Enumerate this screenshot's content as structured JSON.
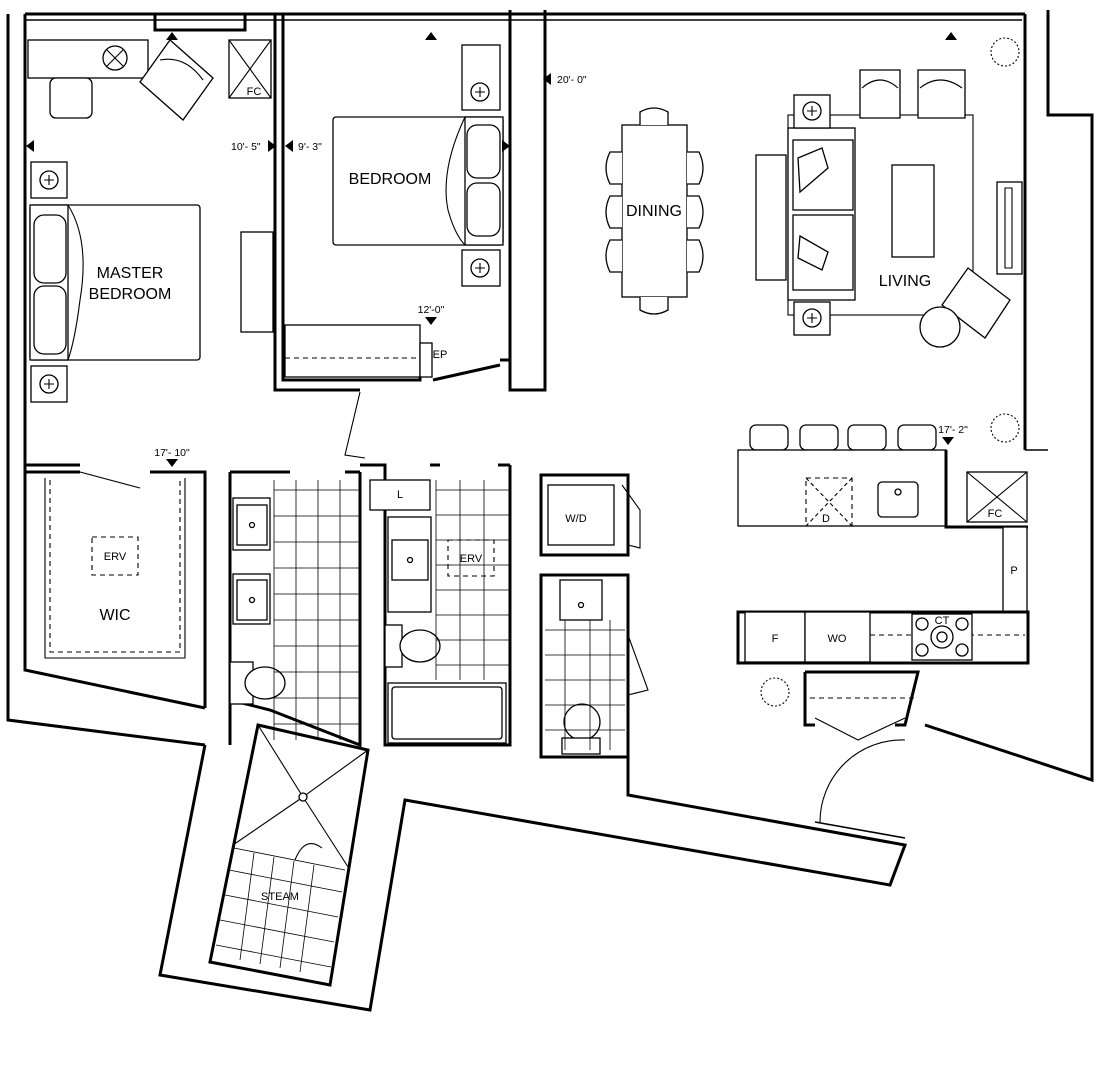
{
  "rooms": {
    "master_line1": "MASTER",
    "master_line2": "BEDROOM",
    "bedroom": "BEDROOM",
    "dining": "DINING",
    "living": "LIVING",
    "wic": "WIC",
    "steam": "STEAM"
  },
  "fixtures": {
    "fc": "FC",
    "ep": "EP",
    "l": "L",
    "erv": "ERV",
    "wd": "W/D",
    "d": "D",
    "p": "P",
    "f": "F",
    "wo": "WO",
    "ct": "CT"
  },
  "dimensions": {
    "master_width": "10'- 5\"",
    "bedroom_width": "9'- 3\"",
    "living_width": "20'- 0\"",
    "bedroom_depth": "12'-0\"",
    "master_depth": "17'- 10\"",
    "living_depth": "17'- 2\""
  }
}
